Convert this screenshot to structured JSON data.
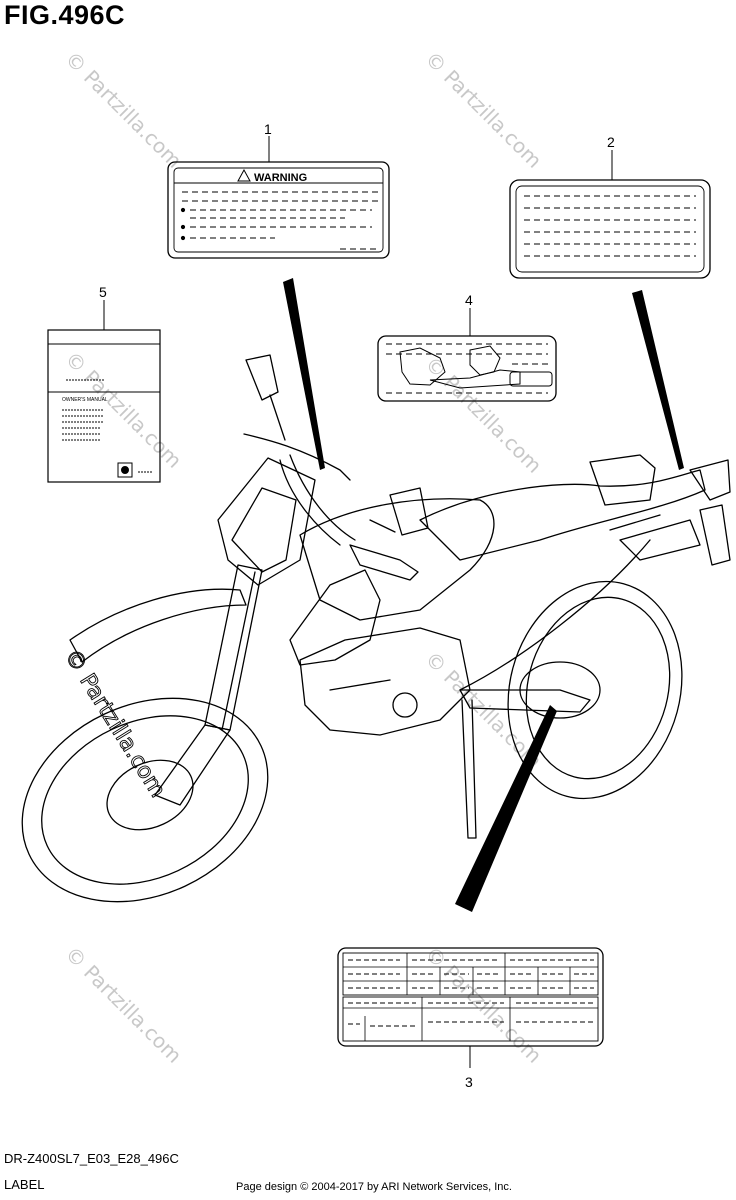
{
  "figure": {
    "title": "FIG.496C",
    "model_code": "DR-Z400SL7_E03_E28_496C",
    "section_label": "LABEL",
    "copyright": "Page design © 2004-2017 by ARI Network Services, Inc."
  },
  "watermark": {
    "text": "© Partzilla.com",
    "color": "#c8c8c8"
  },
  "callouts": [
    {
      "number": "1"
    },
    {
      "number": "2"
    },
    {
      "number": "3"
    },
    {
      "number": "4"
    },
    {
      "number": "5"
    }
  ],
  "labels": {
    "warning_label": {
      "heading": "WARNING"
    },
    "owners_manual": {
      "heading": "OWNER'S MANUAL"
    }
  }
}
